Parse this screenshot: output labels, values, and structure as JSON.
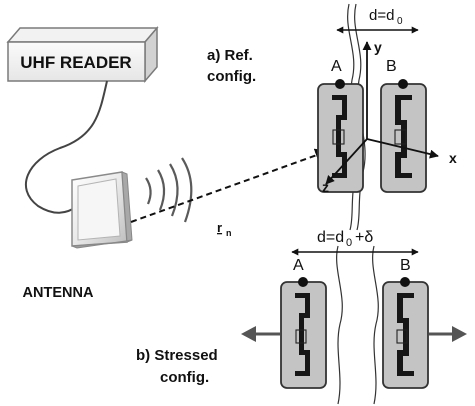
{
  "reader": {
    "label": "UHF READER"
  },
  "antenna": {
    "label": "ANTENNA"
  },
  "ref_config": {
    "line1": "a) Ref.",
    "line2": "config."
  },
  "stressed_config": {
    "line1": "b) Stressed",
    "line2": "config."
  },
  "tags": {
    "a": "A",
    "b": "B"
  },
  "distance_ref": {
    "text": "d=d",
    "sub": "0"
  },
  "distance_stressed": {
    "text": "d=d",
    "sub": "0",
    "suffix": "+δ"
  },
  "axes": {
    "x": "x",
    "y": "y",
    "z": "z"
  },
  "vector": {
    "label": "r",
    "sub": "n"
  },
  "colors": {
    "tag_fill": "#c4c4c4",
    "tag_stroke": "#333333",
    "ink": "#1a1a1a",
    "arrow": "#555555"
  }
}
